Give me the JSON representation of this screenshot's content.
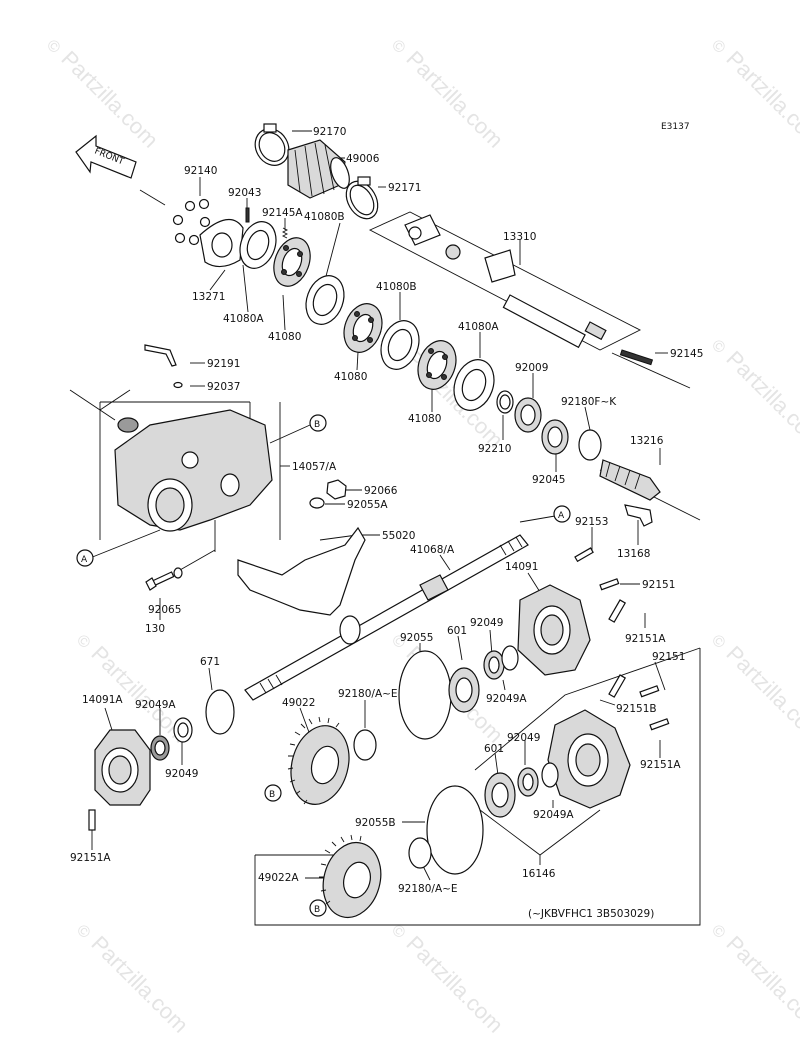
{
  "diagram_code": "E3137",
  "front_label": "FRONT",
  "serial_note": "(~JKBVFHC1 3B503029)",
  "watermark": {
    "text": "Partzilla.com",
    "copyright_symbol": "©"
  },
  "callout_letters": {
    "a": "A",
    "b": "B"
  },
  "part_labels": {
    "p92170": "92170",
    "p49006": "49006",
    "p92171": "92171",
    "p92140": "92140",
    "p92043": "92043",
    "p92145A": "92145A",
    "p13310": "13310",
    "p41080B_1": "41080B",
    "p13271": "13271",
    "p41080A_1": "41080A",
    "p41080_1": "41080",
    "p41080B_2": "41080B",
    "p41080_2": "41080",
    "p41080A_2": "41080A",
    "p41080_3": "41080",
    "p92145": "92145",
    "p92191": "92191",
    "p92037": "92037",
    "p92009": "92009",
    "p92180FK": "92180F~K",
    "p92210": "92210",
    "p13216": "13216",
    "p92045": "92045",
    "p14057A": "14057/A",
    "p92066": "92066",
    "p92055A": "92055A",
    "p13168": "13168",
    "p55020": "55020",
    "p41068A": "41068/A",
    "p92153": "92153",
    "p14091": "14091",
    "p92151_1": "92151",
    "p92065": "92065",
    "p130": "130",
    "p92151A_1": "92151A",
    "p92055": "92055",
    "p601_1": "601",
    "p92049_1": "92049",
    "p671": "671",
    "p92151_2": "92151",
    "p14091A": "14091A",
    "p92049A_1": "92049A",
    "p49022": "49022",
    "p92180AE_1": "92180/A~E",
    "p92049A_2": "92049A",
    "p92151B": "92151B",
    "p92049_2": "92049",
    "p601_2": "601",
    "p92049_3": "92049",
    "p92151A_2": "92151A",
    "p92049A_3": "92049A",
    "p92055B": "92055B",
    "p16146": "16146",
    "p92151A_3": "92151A",
    "p49022A": "49022A",
    "p92180AE_2": "92180/A~E"
  }
}
